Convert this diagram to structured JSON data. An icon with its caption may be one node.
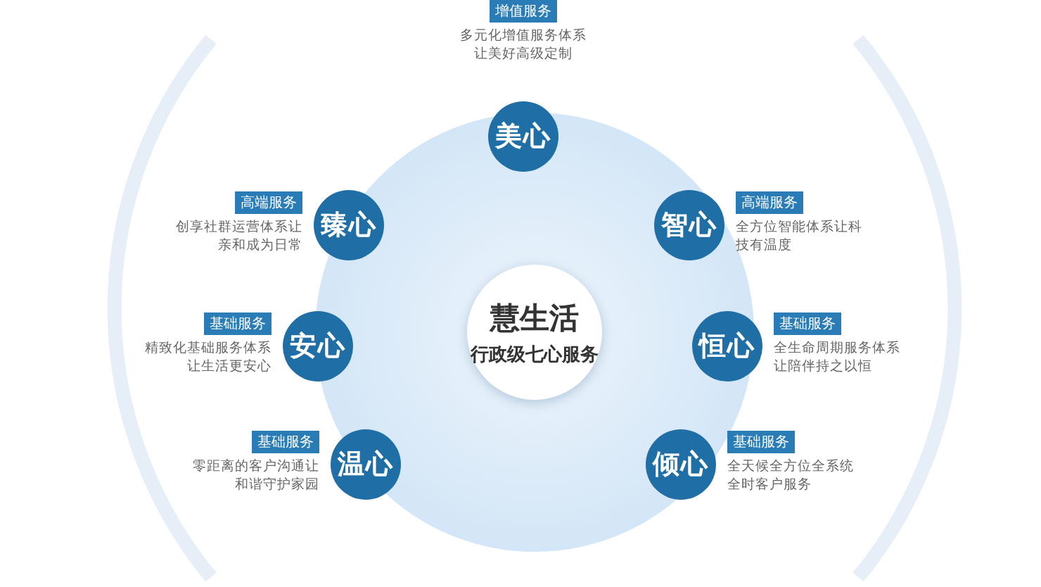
{
  "diagram": {
    "nodes": [
      {
        "text": [
          "慧生活",
          "行政级七心服务"
        ]
      },
      {
        "text": [
          "美心"
        ],
        "beside": [
          "增值服务",
          "多元化增值服务体系让美好高级定制"
        ]
      },
      {
        "text": [
          "臻心"
        ],
        "beside": [
          "高端服务",
          "创享社群运营体系让亲和成为日常"
        ]
      },
      {
        "text": [
          "智心"
        ],
        "beside": [
          "高端服务",
          "全方位智能体系让科技有温度"
        ]
      },
      {
        "text": [
          "安心"
        ],
        "beside": [
          "基础服务",
          "精致化基础服务体系让生活更安心"
        ]
      },
      {
        "text": [
          "恒心"
        ],
        "beside": [
          "基础服务",
          "全生命周期服务体系让陪伴持之以恒"
        ]
      },
      {
        "text": [
          "温心"
        ],
        "beside": [
          "基础服务",
          "零距离的客户沟通让和谐守护家园"
        ]
      },
      {
        "text": [
          "倾心"
        ],
        "beside": [
          "基础服务",
          "全天候全方位全系统全时客户服务"
        ]
      }
    ],
    "edges": []
  }
}
